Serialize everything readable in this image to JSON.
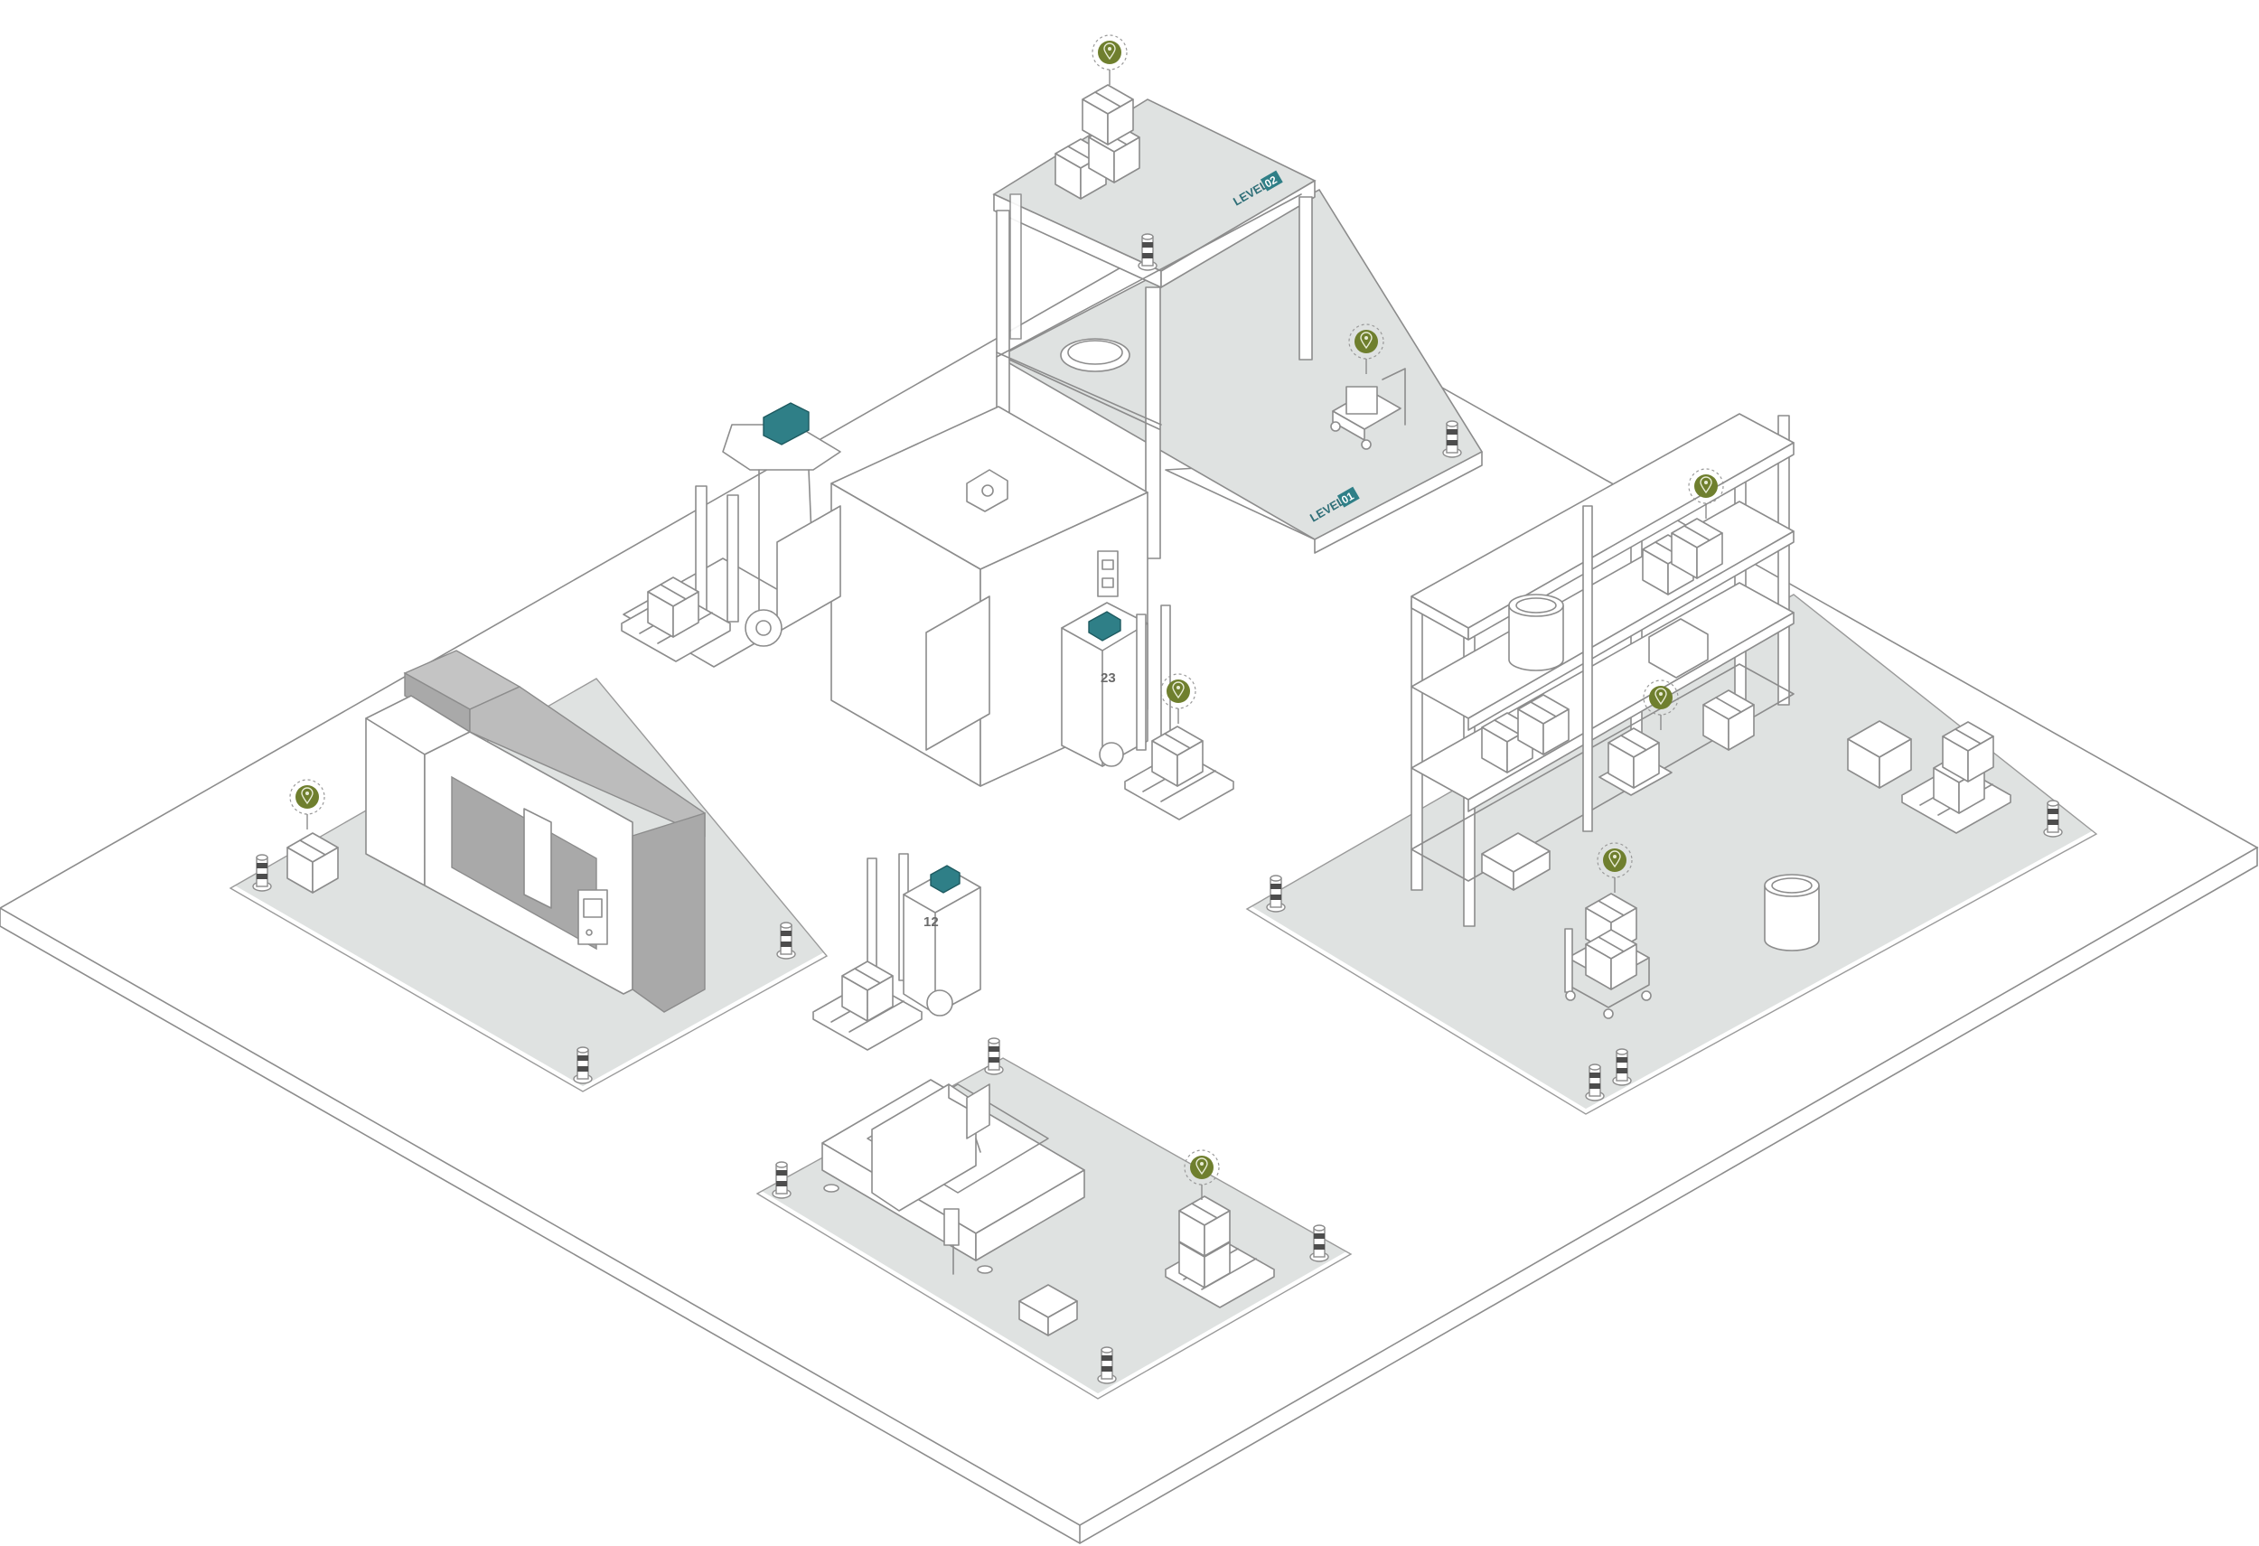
{
  "labels": {
    "level_upper": "LEVEL",
    "level_upper_number": "02",
    "level_lower": "LEVEL",
    "level_lower_number": "01",
    "vehicle_23": "23",
    "vehicle_12": "12"
  },
  "colors": {
    "background": "#ffffff",
    "floor": "#ffffff",
    "floor_edge": "#8c8c8c",
    "zone": "#dfe2e1",
    "line": "#8c8c8c",
    "machine_gray": "#a9a9a9",
    "accent_teal": "#2f7f87",
    "location_pin": "#6f7f2e"
  },
  "icons": {
    "tracking_marker": "location-pin-icon",
    "tracking_device": "teal-tracker-tag",
    "boundary_post": "bollard-icon"
  }
}
